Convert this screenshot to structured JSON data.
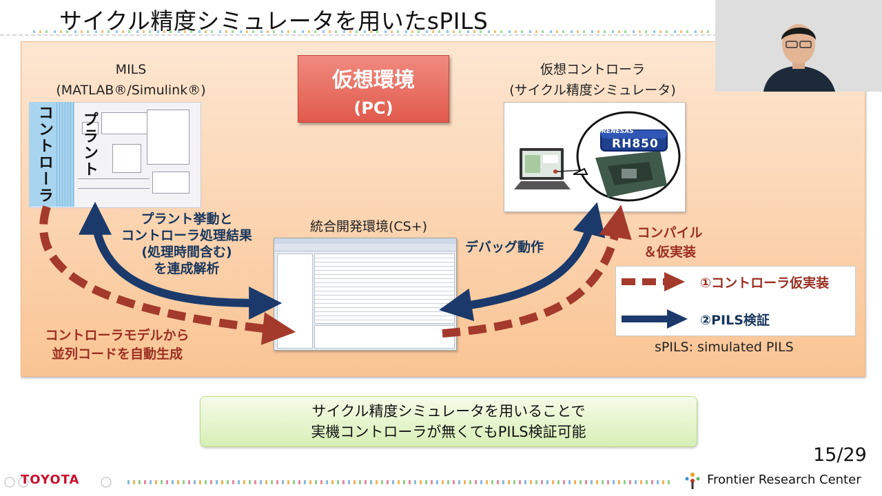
{
  "slide": {
    "title": "サイクル精度シミュレータを用いたsPILS",
    "page_number": "15/29"
  },
  "virtual_env": {
    "title": "仮想環境",
    "subtitle": "(PC)"
  },
  "mils": {
    "label_line1": "MILS",
    "label_line2": "(MATLAB®/Simulink®)",
    "controller_text": "コントローラ",
    "plant_text": "プラント"
  },
  "virtual_controller": {
    "label_line1": "仮想コントローラ",
    "label_line2": "(サイクル精度シミュレータ)",
    "chip_brand": "RENESAS",
    "chip_name": "RH850"
  },
  "ide": {
    "label": "統合開発環境(CS+)"
  },
  "flows": {
    "plant_behavior_lines": [
      "プラント挙動と",
      "コントローラ処理結果",
      "(処理時間含む)",
      "を連成解析"
    ],
    "debug": "デバッグ動作",
    "code_gen_lines": [
      "コントローラモデルから",
      "並列コードを自動生成"
    ],
    "compile_lines": [
      "コンパイル",
      "＆仮実装"
    ]
  },
  "legend": {
    "item1": "①コントローラ仮実装",
    "item2": "②PILS検証",
    "note": "sPILS: simulated PILS"
  },
  "conclusion": {
    "line1": "サイクル精度シミュレータを用いることで",
    "line2": "実機コントローラが無くてもPILS検証可能"
  },
  "footer": {
    "brand": "TOYOTA",
    "org": "Frontier Research Center"
  },
  "colors": {
    "red_arrow": "#a33a2c",
    "blue_arrow": "#1b3a6b",
    "panel": "#fbd2ad",
    "virt_box": "#e15a4c"
  }
}
